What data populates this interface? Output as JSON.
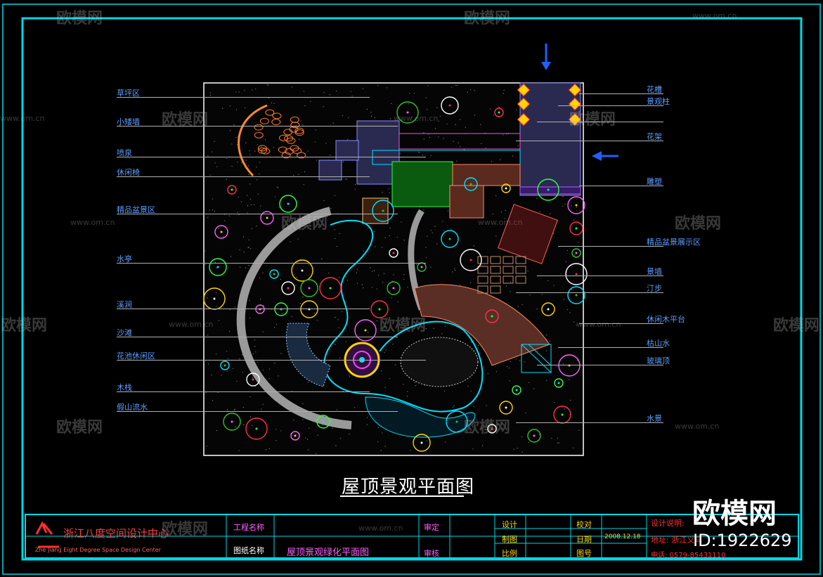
{
  "drawing_title": "屋顶景观平面图",
  "left_labels": [
    "草坪区",
    "小矮墙",
    "喷泉",
    "休闲椅",
    "精品盆景区",
    "水亭",
    "溪涧",
    "沙滩",
    "花池休闲区",
    "木栈",
    "假山流水"
  ],
  "right_labels": [
    "花槽",
    "景观柱",
    "",
    "花架",
    "雕塑",
    "精品盆景展示区",
    "景墙",
    "汀步",
    "休闲木平台",
    "枯山水",
    "玻璃顶",
    "水景"
  ],
  "title_block": {
    "company_cn": "浙江八度空间设计中心",
    "company_en": "Zhe Jiang Eight Degree Space Design Center",
    "project_name_label": "工程名称",
    "drawing_name_label": "图纸名称",
    "drawing_name_value": "屋顶景观绿化平面图",
    "approve_label": "审定",
    "review_label": "审核",
    "design_label": "设计",
    "draw_label": "制图",
    "scale_label": "比例",
    "check_label": "校对",
    "date_label": "日期",
    "date_value": "2008.12.18",
    "sheet_label": "图号",
    "note_label": "设计说明:",
    "address_value": "地址: 浙江义乌",
    "phone_value": "电话: 0579-85431110"
  },
  "watermark": {
    "brand": "欧模网",
    "site": "www.om.cn",
    "id_text": "ID:1922629"
  }
}
